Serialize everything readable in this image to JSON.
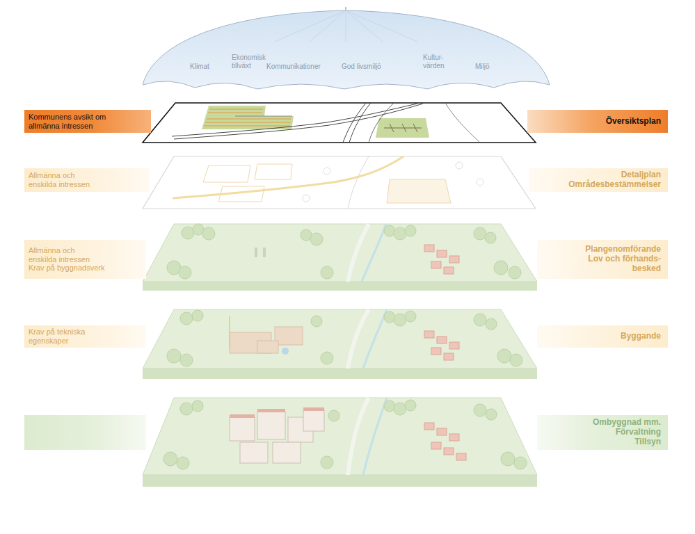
{
  "diagram": {
    "nodes": [
      {
        "text": [
          "Klimat",
          "Ekonomisk tillväxt",
          "Kommunikationer",
          "God livsmiljö",
          "Kultur- värden",
          "Miljö"
        ]
      },
      {
        "text": [
          "Kommunens avsikt om allmänna intressen"
        ]
      },
      {
        "text": [
          "Översiktsplan"
        ]
      },
      {
        "text": [
          "Allmänna och enskilda intressen"
        ]
      },
      {
        "text": [
          "Detaljplan",
          "Områdesbestämmelser"
        ]
      },
      {
        "text": [
          "Allmänna och enskilda intressen",
          "Krav på byggnadsverk"
        ]
      },
      {
        "text": [
          "Plangenomförande",
          "Lov och förhands- besked"
        ]
      },
      {
        "text": [
          "Krav på tekniska egenskaper"
        ]
      },
      {
        "text": [
          "Byggande"
        ]
      },
      {
        "text": [
          "Ombyggnad mm.",
          "Förvaltning",
          "Tillsyn"
        ]
      }
    ]
  }
}
